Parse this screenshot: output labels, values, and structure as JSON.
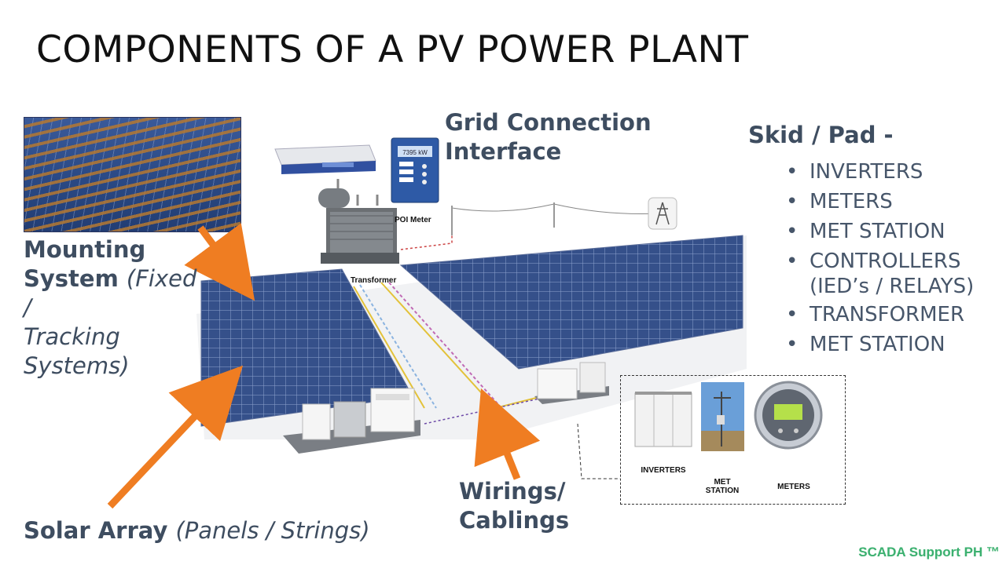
{
  "slide": {
    "title": "COMPONENTS OF A PV POWER PLANT",
    "grid_label_line1": "Grid Connection",
    "grid_label_line2": "Interface",
    "mounting_bold_1": "Mounting",
    "mounting_bold_2": "System",
    "mounting_italic_1": "(Fixed /",
    "mounting_italic_2": "Tracking",
    "mounting_italic_3": "Systems)",
    "solar_bold": "Solar Array",
    "solar_italic": "(Panels / Strings)",
    "wiring_line1": "Wirings/",
    "wiring_line2": "Cablings",
    "poi_meter": "POI Meter",
    "transformer": "Transformer",
    "skid_heading": "Skid / Pad -",
    "skid_items": [
      "INVERTERS",
      "METERS",
      "MET STATION",
      "CONTROLLERS",
      "(IED’s / RELAYS)",
      "TRANSFORMER",
      "MET STATION"
    ],
    "callout_inverters": "INVERTERS",
    "callout_met_1": "MET",
    "callout_met_2": "STATION",
    "callout_meters": "METERS",
    "meter_display": "7395 kW",
    "brand": "SCADA Support PH ™"
  },
  "colors": {
    "arrow": "#ef7d22",
    "label": "#3e4d60",
    "panel": "#35508a",
    "brand": "#3cb070"
  },
  "icons": [
    "transmission-tower-icon",
    "relay-unit-icon",
    "rack-controller-icon"
  ]
}
